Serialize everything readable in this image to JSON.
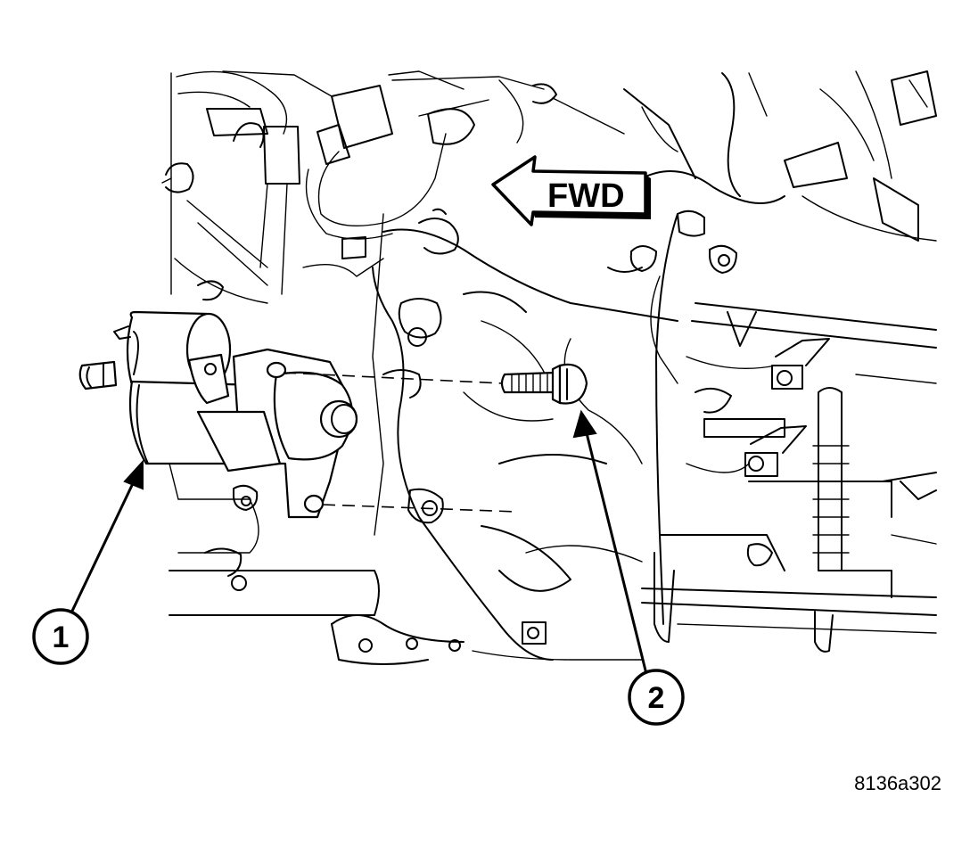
{
  "figure": {
    "id_label": "8136a302",
    "direction_label": "FWD"
  },
  "callouts": [
    {
      "number": "1",
      "target": "starter-motor"
    },
    {
      "number": "2",
      "target": "mounting-bolt"
    }
  ],
  "colors": {
    "line": "#000000",
    "background": "#ffffff"
  }
}
